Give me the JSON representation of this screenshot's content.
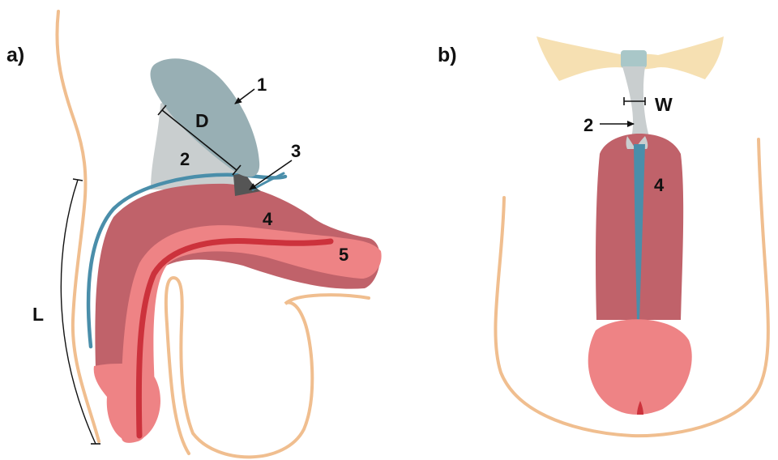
{
  "panels": [
    {
      "id": "a",
      "label": "a)"
    },
    {
      "id": "b",
      "label": "b)"
    }
  ],
  "labels": {
    "panel_a": {
      "n1": "1",
      "n2": "2",
      "n3": "3",
      "n4": "4",
      "n5": "5",
      "D": "D",
      "L": "L"
    },
    "panel_b": {
      "n2": "2",
      "n4": "4",
      "W": "W"
    }
  },
  "colors": {
    "body_outline": "#F0BE8F",
    "structure_1": "#98AFB4",
    "structure_2": "#C9CECF",
    "structure_3": "#555555",
    "structure_4": "#C0626A",
    "structure_5": "#EE8385",
    "inner_channel": "#CC323C",
    "blue_line": "#4A8EAA",
    "pelvis": "#F6E0B2",
    "pelvis_center": "#A9C7C8",
    "ink": "#111111"
  }
}
